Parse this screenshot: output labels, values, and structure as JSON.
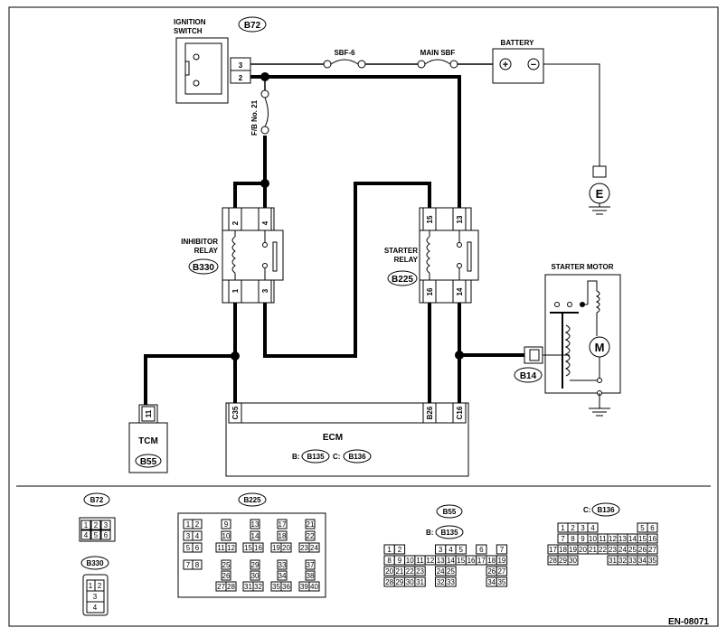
{
  "diagram_id": "EN-08071",
  "components": {
    "ignition_switch": {
      "label_line1": "IGNITION",
      "label_line2": "SWITCH",
      "connector": "B72",
      "pins": [
        "3",
        "2"
      ]
    },
    "sbf6": {
      "label": "SBF-6"
    },
    "main_sbf": {
      "label": "MAIN SBF"
    },
    "battery": {
      "label": "BATTERY",
      "plus": "+",
      "minus": "−"
    },
    "fuse21": {
      "label": "F/B No. 21"
    },
    "ground_e": {
      "label": "E"
    },
    "inhibitor_relay": {
      "label_line1": "INHIBITOR",
      "label_line2": "RELAY",
      "connector": "B330",
      "pins_top": [
        "2",
        "4"
      ],
      "pins_bottom": [
        "1",
        "3"
      ]
    },
    "starter_relay": {
      "label_line1": "STARTER",
      "label_line2": "RELAY",
      "connector": "B225",
      "pins_top": [
        "15",
        "13"
      ],
      "pins_bottom": [
        "16",
        "14"
      ]
    },
    "starter_motor": {
      "label": "STARTER MOTOR",
      "motor_symbol": "M",
      "connector": "B14"
    },
    "tcm": {
      "label": "TCM",
      "connector": "B55",
      "pin": "11"
    },
    "ecm": {
      "label": "ECM",
      "pins": [
        "C35",
        "B26",
        "C16"
      ],
      "b_prefix": "B:",
      "b_connector": "B135",
      "c_prefix": "C:",
      "c_connector": "B136"
    }
  },
  "legend": {
    "b72": {
      "label": "B72",
      "rows": [
        [
          "1",
          "2",
          "3"
        ],
        [
          "4",
          "5",
          "6"
        ]
      ]
    },
    "b330": {
      "label": "B330",
      "rows": [
        [
          "1",
          "2"
        ],
        [
          "3"
        ],
        [
          "4"
        ]
      ]
    },
    "b225": {
      "label": "B225",
      "cells": [
        "1",
        "2",
        "9",
        "13",
        "17",
        "21",
        "3",
        "4",
        "10",
        "14",
        "18",
        "22",
        "5",
        "6",
        "11",
        "12",
        "15",
        "16",
        "19",
        "20",
        "23",
        "24",
        "7",
        "8",
        "25",
        "29",
        "33",
        "37",
        "26",
        "30",
        "34",
        "38",
        "27",
        "28",
        "31",
        "32",
        "35",
        "36",
        "39",
        "40"
      ]
    },
    "b55_b135": {
      "top_label": "B55",
      "prefix": "B:",
      "label": "B135",
      "rows": [
        [
          "1",
          "2",
          "3",
          "4",
          "5",
          "6",
          "7"
        ],
        [
          "8",
          "9",
          "10",
          "11",
          "12",
          "13",
          "14",
          "15",
          "16",
          "17",
          "18",
          "19"
        ],
        [
          "20",
          "21",
          "22",
          "23",
          "24",
          "25",
          "26",
          "27"
        ],
        [
          "28",
          "29",
          "30",
          "31",
          "32",
          "33",
          "34",
          "35"
        ]
      ]
    },
    "b136": {
      "prefix": "C:",
      "label": "B136",
      "rows": [
        [
          "1",
          "2",
          "3",
          "4",
          "5",
          "6"
        ],
        [
          "7",
          "8",
          "9",
          "10",
          "11",
          "12",
          "13",
          "14",
          "15",
          "16"
        ],
        [
          "17",
          "18",
          "19",
          "20",
          "21",
          "22",
          "23",
          "24",
          "25",
          "26",
          "27"
        ],
        [
          "28",
          "29",
          "30",
          "31",
          "32",
          "33",
          "34",
          "35"
        ]
      ]
    }
  }
}
